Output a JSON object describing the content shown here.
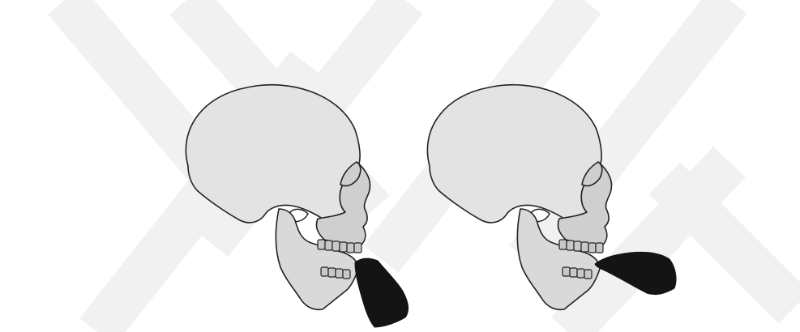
{
  "figure": {
    "panels": [
      {
        "id": "left",
        "device_orientation": "steep-downward"
      },
      {
        "id": "right",
        "device_orientation": "shallow-forward"
      }
    ],
    "colors": {
      "background": "#ffffff",
      "watermark": "#f1f1f1",
      "cranium_fill": "#e3e3e3",
      "mandible_fill": "#d9d9d9",
      "face_fill": "#cfcfcf",
      "outline": "#222222",
      "device_fill": "#141414"
    },
    "watermark_present": true
  }
}
